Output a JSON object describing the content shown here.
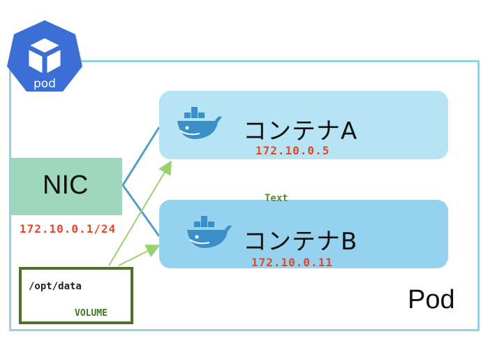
{
  "pod": {
    "badge_text": "pod",
    "label": "Pod",
    "frame_color": "#95d2df",
    "badge_color": "#3b6fd6"
  },
  "containers": [
    {
      "label": "コンテナA",
      "ip": "172.10.0.5",
      "fill": "#b7e4f4",
      "icon": "docker-whale-icon"
    },
    {
      "label": "コンテナB",
      "ip": "172.10.0.11",
      "fill": "#94d2ef",
      "icon": "docker-whale-icon"
    }
  ],
  "nic": {
    "label": "NIC",
    "ip": "172.10.0.1/24",
    "fill": "#9fd7bd"
  },
  "text_label": "Text",
  "volume": {
    "path": "/opt/data",
    "name": "VOLUME",
    "border_color": "#4f6f2d"
  },
  "colors": {
    "ip_text": "#e0462b",
    "volume_arrow": "#9bd16c",
    "nic_link": "#4f9fc7",
    "text_label": "#5e8a2e"
  }
}
